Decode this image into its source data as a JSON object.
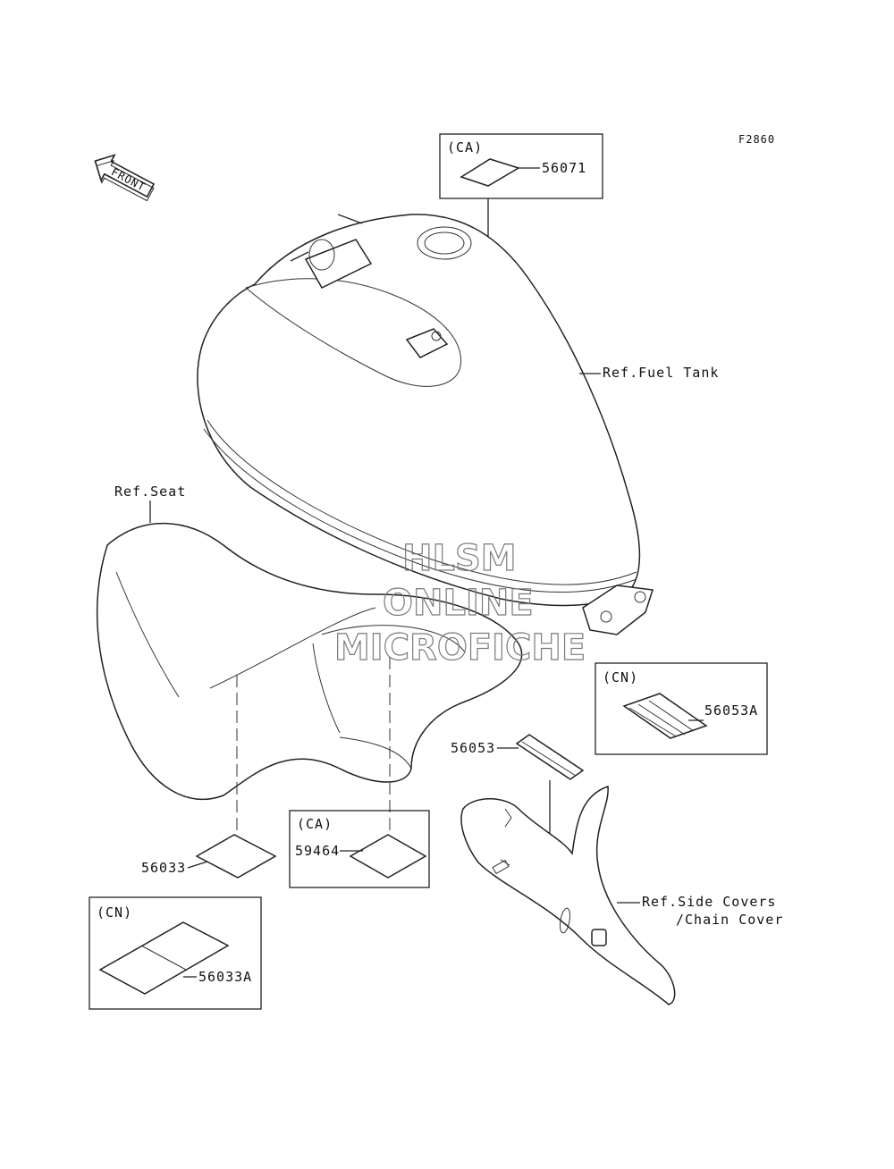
{
  "figure_code": "F2860",
  "front_label": "FRONT",
  "watermark": {
    "line1": "HLSM",
    "line2": "ONLINE",
    "line3": "MICROFICHE"
  },
  "references": {
    "fuel_tank": "Ref.Fuel Tank",
    "seat": "Ref.Seat",
    "side_covers_line1": "Ref.Side Covers",
    "side_covers_line2": "/Chain Cover"
  },
  "callouts": {
    "ca_top": {
      "region": "(CA)",
      "part": "56071"
    },
    "cn_right": {
      "region": "(CN)",
      "part": "56053A"
    },
    "p56053": "56053",
    "p56033": "56033",
    "ca_bottom": {
      "region": "(CA)",
      "part": "59464"
    },
    "cn_left": {
      "region": "(CN)",
      "part": "56033A"
    }
  },
  "colors": {
    "line": "#222222",
    "watermark": "#7a7a7a",
    "background": "#ffffff"
  }
}
